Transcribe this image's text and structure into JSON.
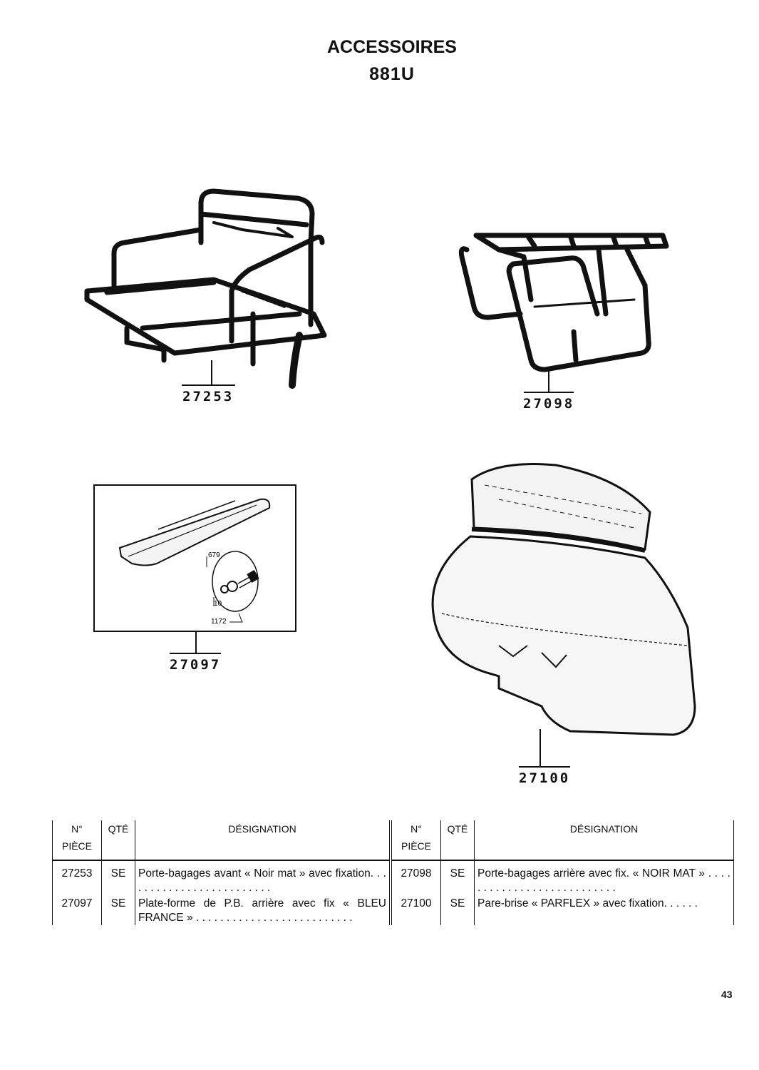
{
  "header": {
    "title": "ACCESSOIRES",
    "subtitle": "881U"
  },
  "figures": [
    {
      "ref": "27253",
      "icon": "front-luggage-rack-drawing"
    },
    {
      "ref": "27098",
      "icon": "rear-luggage-rack-drawing"
    },
    {
      "ref": "27097",
      "icon": "platform-drawing",
      "callouts": [
        "679",
        "10",
        "1172"
      ]
    },
    {
      "ref": "27100",
      "icon": "windshield-drawing"
    }
  ],
  "table": {
    "headers": {
      "num": [
        "N°",
        "PIÈCE"
      ],
      "qte": "QTÉ",
      "designation": "DÉSIGNATION"
    },
    "rows": [
      {
        "left": {
          "num": "27253",
          "qte": "SE",
          "designation": "Porte-bagages avant « Noir mat » avec fixation. . . . . . . . . . . . . . . . . . . . . . . . ."
        },
        "right": {
          "num": "27098",
          "qte": "SE",
          "designation": "Porte-bagages arrière avec fix. « NOIR MAT » . . . . . . . . . . . . . . . . . . . . . . . . . . ."
        }
      },
      {
        "left": {
          "num": "27097",
          "qte": "SE",
          "designation": "Plate-forme de P.B. arrière avec fix « BLEU FRANCE » . . . . . . . . . . . . . . . . . . . . . . . . . ."
        },
        "right": {
          "num": "27100",
          "qte": "SE",
          "designation": "Pare-brise « PARFLEX » avec fixation. . . . . ."
        }
      }
    ]
  },
  "footer": {
    "page_number": "43"
  }
}
